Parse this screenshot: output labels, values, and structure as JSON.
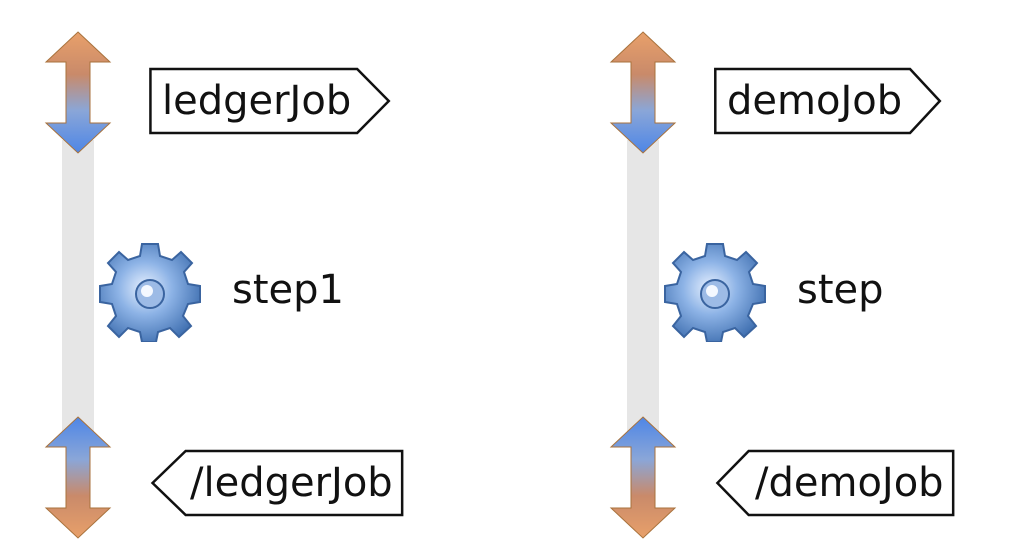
{
  "jobs": [
    {
      "start_tag": "ledgerJob",
      "step": "step1",
      "end_tag": "/ledgerJob"
    },
    {
      "start_tag": "demoJob",
      "step": "step",
      "end_tag": "/demoJob"
    }
  ],
  "icons": {
    "start_arrow": "double-arrow-icon",
    "step": "gear-icon",
    "end_arrow": "double-arrow-icon"
  },
  "colors": {
    "arrow_orange": "#d98a4a",
    "arrow_blue": "#5a8fe0",
    "gear_blue": "#6f9bd1",
    "rail_gray": "#e6e6e6",
    "tag_border": "#111111"
  }
}
